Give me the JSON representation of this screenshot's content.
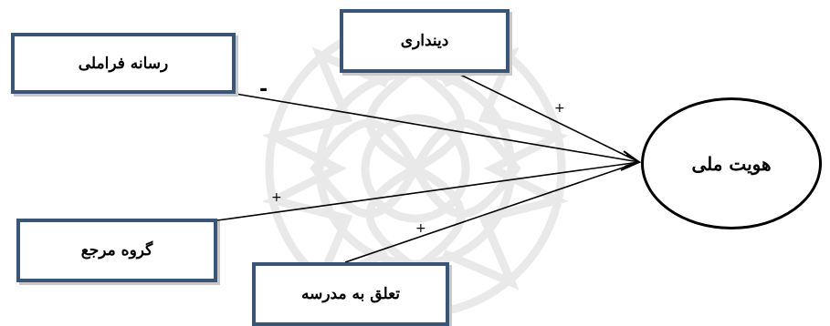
{
  "diagram": {
    "nodes": {
      "media": {
        "label": "رسانه فراملی"
      },
      "religiosity": {
        "label": "دینداری"
      },
      "reference_group": {
        "label": "گروه مرجع"
      },
      "school_attachment": {
        "label": "تعلق به مدرسه"
      },
      "national_identity": {
        "label": "هویت ملی"
      }
    },
    "edges": [
      {
        "from": "media",
        "to": "national_identity",
        "sign": "-"
      },
      {
        "from": "religiosity",
        "to": "national_identity",
        "sign": "+"
      },
      {
        "from": "reference_group",
        "to": "national_identity",
        "sign": "+"
      },
      {
        "from": "school_attachment",
        "to": "national_identity",
        "sign": "+"
      }
    ]
  },
  "colors": {
    "box_border": "#3a5576",
    "line": "#000000",
    "watermark": "#e6e6e6"
  }
}
